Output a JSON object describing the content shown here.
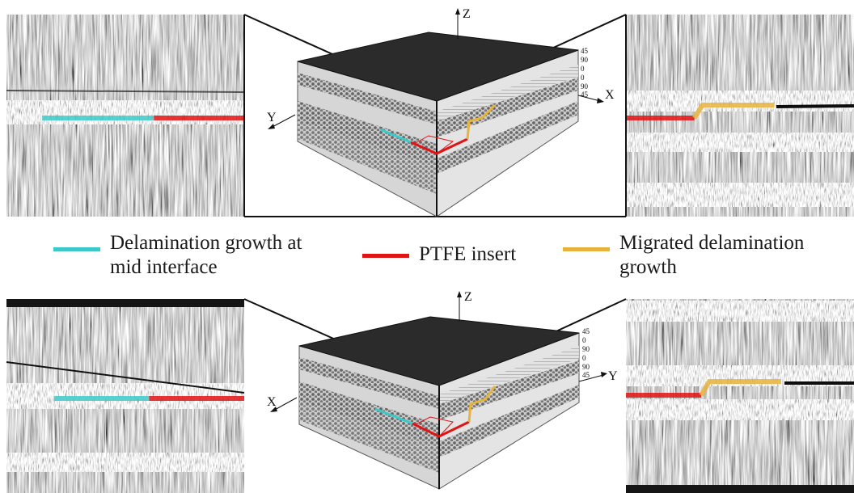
{
  "colors": {
    "delamination_mid": "#3ec9c9",
    "ptfe": "#e01414",
    "migrated": "#e8b33c",
    "panel_top": "#2b2b2b",
    "panel_side": "#d4d4d4"
  },
  "legend": [
    {
      "key": "delamination_mid",
      "line1": "Delamination growth at",
      "line2": "mid interface"
    },
    {
      "key": "ptfe",
      "line1": "PTFE insert",
      "line2": ""
    },
    {
      "key": "migrated",
      "line1": "Migrated delamination",
      "line2": "growth"
    }
  ],
  "top_diagram": {
    "axis_up": "Z",
    "axis_left": "Y",
    "axis_right": "X",
    "ply_labels": [
      "45",
      "90",
      "0",
      "0",
      "90",
      "45"
    ]
  },
  "bottom_diagram": {
    "axis_up": "Z",
    "axis_left": "X",
    "axis_right": "Y",
    "ply_labels": [
      "45",
      "0",
      "90",
      "0",
      "90",
      "45"
    ]
  },
  "micrographs": [
    {
      "id": "top-left",
      "cracks": [
        {
          "key": "delamination_mid",
          "from": 0.15,
          "to": 0.62
        },
        {
          "key": "ptfe",
          "from": 0.62,
          "to": 1.0
        }
      ]
    },
    {
      "id": "top-right",
      "cracks": [
        {
          "key": "ptfe",
          "from": 0.0,
          "to": 0.3
        },
        {
          "key": "migrated",
          "from": 0.3,
          "to": 0.65
        }
      ]
    },
    {
      "id": "bottom-left",
      "cracks": [
        {
          "key": "delamination_mid",
          "from": 0.2,
          "to": 0.6
        },
        {
          "key": "ptfe",
          "from": 0.6,
          "to": 1.0
        }
      ]
    },
    {
      "id": "bottom-right",
      "cracks": [
        {
          "key": "ptfe",
          "from": 0.0,
          "to": 0.33
        },
        {
          "key": "migrated",
          "from": 0.33,
          "to": 0.68
        }
      ]
    }
  ]
}
